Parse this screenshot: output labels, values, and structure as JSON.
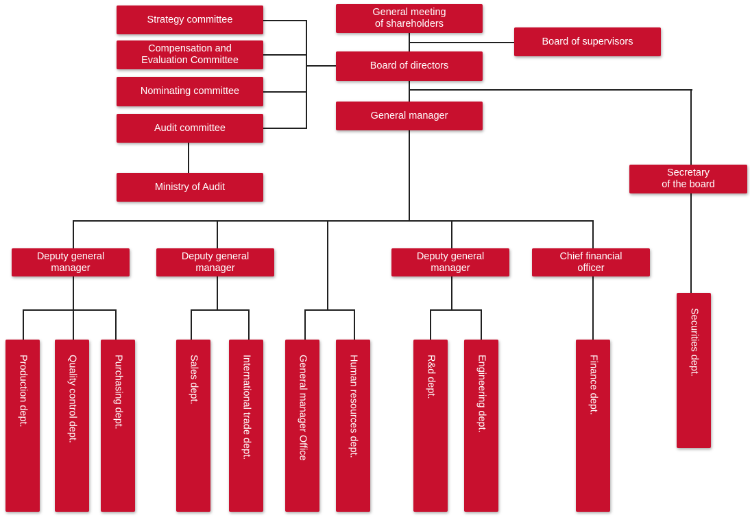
{
  "colors": {
    "box": "#c8102e",
    "text": "#ffffff",
    "connector": "#1f1f1f"
  },
  "nodes": {
    "general_meeting": "General meeting\nof shareholders",
    "board_of_supervisors": "Board of supervisors",
    "board_of_directors": "Board of directors",
    "strategy_committee": "Strategy committee",
    "compensation_committee": "Compensation and\nEvaluation Committee",
    "nominating_committee": "Nominating committee",
    "audit_committee": "Audit committee",
    "ministry_of_audit": "Ministry of Audit",
    "general_manager": "General manager",
    "secretary_of_board": "Secretary\nof the board",
    "deputy_gm_1": "Deputy general\nmanager",
    "deputy_gm_2": "Deputy general\nmanager",
    "deputy_gm_3": "Deputy general\nmanager",
    "cfo": "Chief financial\nofficer",
    "production_dept": "Production dept.",
    "quality_control_dept": "Quality control dept.",
    "purchasing_dept": "Purchasing dept.",
    "sales_dept": "Sales dept.",
    "international_trade_dept": "International trade dept.",
    "gm_office": "General manager Office",
    "hr_dept": "Human resources dept.",
    "rd_dept": "R&d dept.",
    "engineering_dept": "Engineering dept.",
    "finance_dept": "Finance dept.",
    "securities_dept": "Securities dept."
  }
}
